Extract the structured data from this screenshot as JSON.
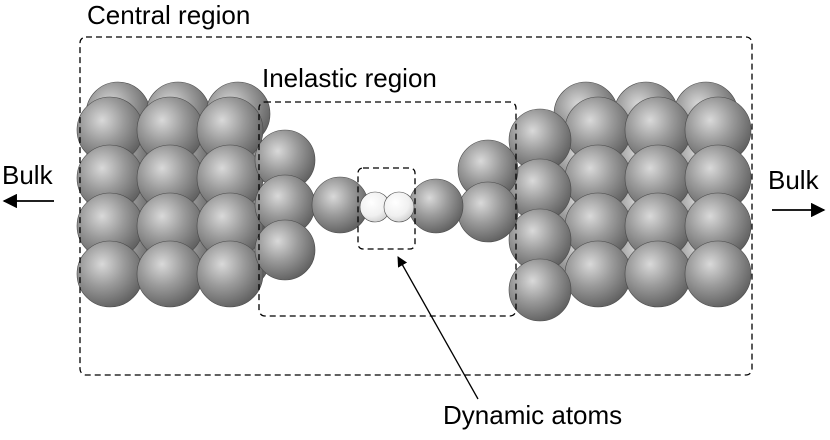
{
  "labels": {
    "central_region": "Central region",
    "inelastic_region": "Inelastic region",
    "dynamic_atoms": "Dynamic atoms",
    "bulk_left": "Bulk",
    "bulk_right": "Bulk"
  },
  "colors": {
    "atom_dark": "#7c7c7c",
    "atom_light": "#f2f2f2",
    "box_stroke": "#000000",
    "background": "#ffffff"
  }
}
